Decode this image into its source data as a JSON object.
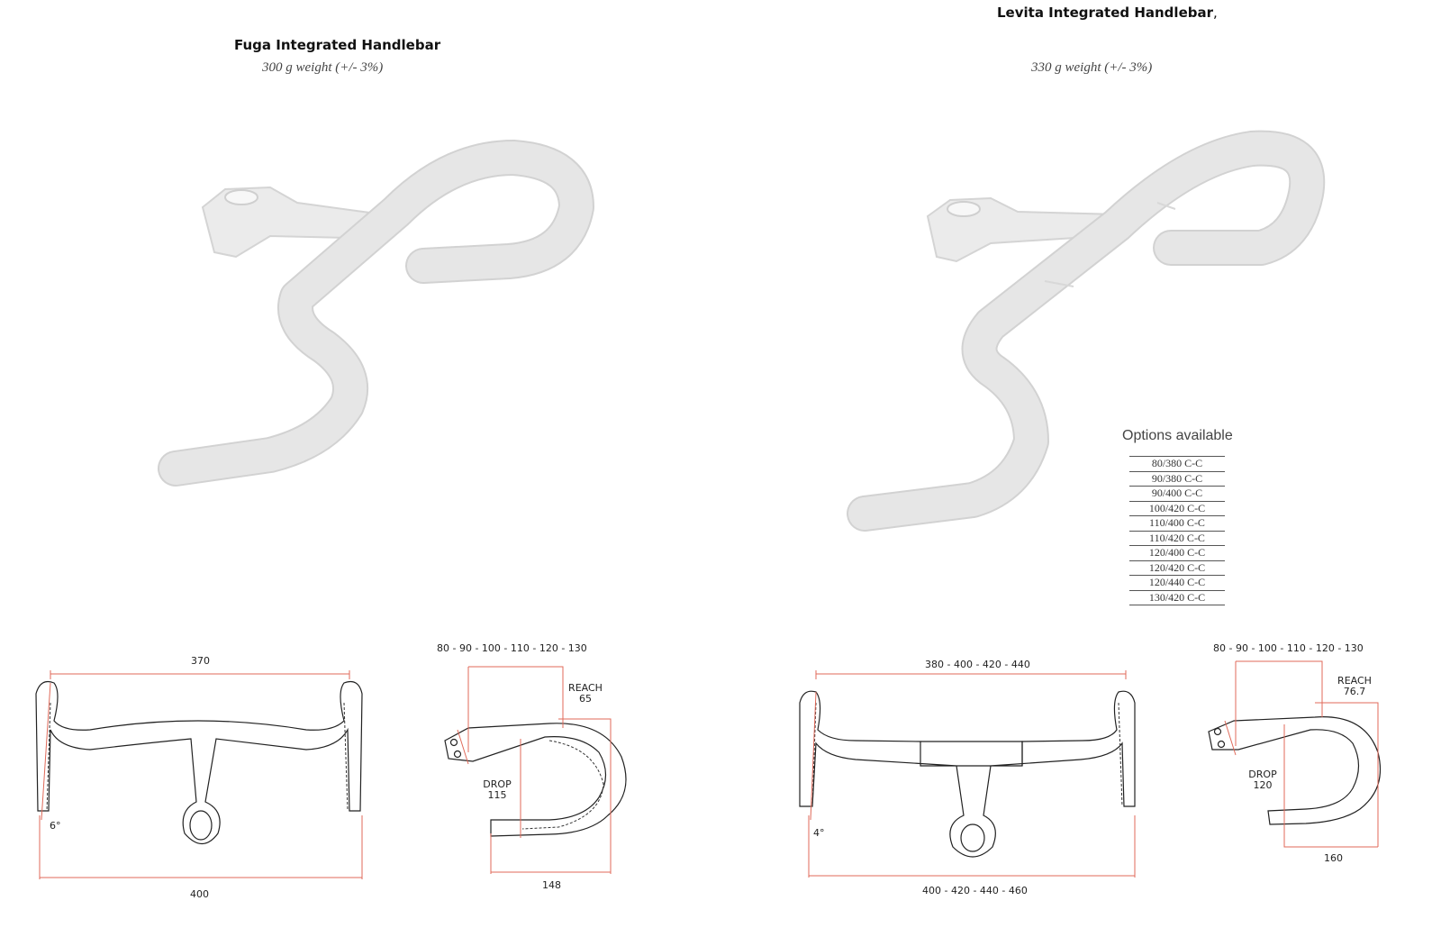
{
  "products": [
    {
      "name": "Fuga Integrated Handlebar",
      "weight": "300 g weight (+/- 3%)",
      "dimensions": {
        "top_width": "370",
        "bottom_width": "400",
        "flare_angle": "6°",
        "stem_lengths": "80 - 90 - 100 - 110 - 120 - 130",
        "reach_label": "REACH",
        "reach_value": "65",
        "drop_label": "DROP",
        "drop_value": "115",
        "side_depth": "148"
      }
    },
    {
      "name": "Levita Integrated Handlebar",
      "name_suffix": ",",
      "weight": "330 g weight (+/- 3%)",
      "dimensions": {
        "top_width": "380 - 400 - 420 - 440",
        "bottom_width": "400 - 420 - 440 - 460",
        "flare_angle": "4°",
        "stem_lengths": "80 - 90 - 100 - 110 - 120 - 130",
        "reach_label": "REACH",
        "reach_value": "76.7",
        "drop_label": "DROP",
        "drop_value": "120",
        "side_depth": "160"
      },
      "options_title": "Options available",
      "options": [
        "80/380 C-C",
        "90/380 C-C",
        "90/400 C-C",
        "100/420 C-C",
        "110/400 C-C",
        "110/420 C-C",
        "120/400 C-C",
        "120/420 C-C",
        "120/440 C-C",
        "130/420 C-C"
      ]
    }
  ]
}
